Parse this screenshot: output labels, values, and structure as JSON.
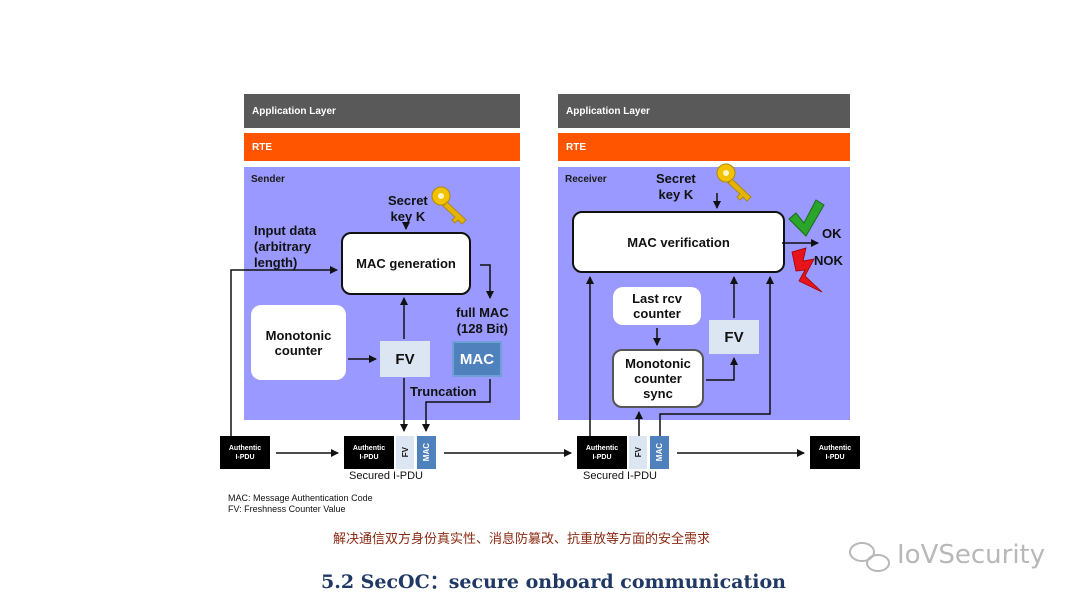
{
  "sender": {
    "app_layer": "Application Layer",
    "rte": "RTE",
    "panel_label": "Sender",
    "secret_key": [
      "Secret",
      "key K"
    ],
    "input_data": [
      "Input data",
      "(arbitrary",
      "length)"
    ],
    "mac_generation": "MAC generation",
    "full_mac": [
      "full MAC",
      "(128 Bit)"
    ],
    "monotonic_counter": [
      "Monotonic",
      "counter"
    ],
    "fv": "FV",
    "mac": "MAC",
    "truncation": "Truncation"
  },
  "receiver": {
    "app_layer": "Application Layer",
    "rte": "RTE",
    "panel_label": "Receiver",
    "secret_key": [
      "Secret",
      "key K"
    ],
    "mac_verification": "MAC verification",
    "ok": "OK",
    "nok": "NOK",
    "last_rcv_counter": [
      "Last rcv",
      "counter"
    ],
    "fv": "FV",
    "monotonic_counter_sync": [
      "Monotonic",
      "counter",
      "sync"
    ]
  },
  "pdu": {
    "authentic": [
      "Authentic",
      "I-PDU"
    ],
    "fv": "FV",
    "mac": "MAC",
    "secured_caption": "Secured I-PDU"
  },
  "legend": [
    "MAC: Message Authentication Code",
    "FV: Freshness Counter Value"
  ],
  "subtitle_cn": "解决通信双方身份真实性、消息防篡改、抗重放等方面的安全需求",
  "title": "5.2 SecOC：secure onboard communication",
  "watermark": "IoVSecurity",
  "colors": {
    "app_layer": "#595959",
    "rte": "#ff5500",
    "panel": "#9999ff",
    "fv": "#dce6f2",
    "mac": "#4f81bd",
    "title": "#1f3864",
    "subtitle": "#8b2a12"
  }
}
